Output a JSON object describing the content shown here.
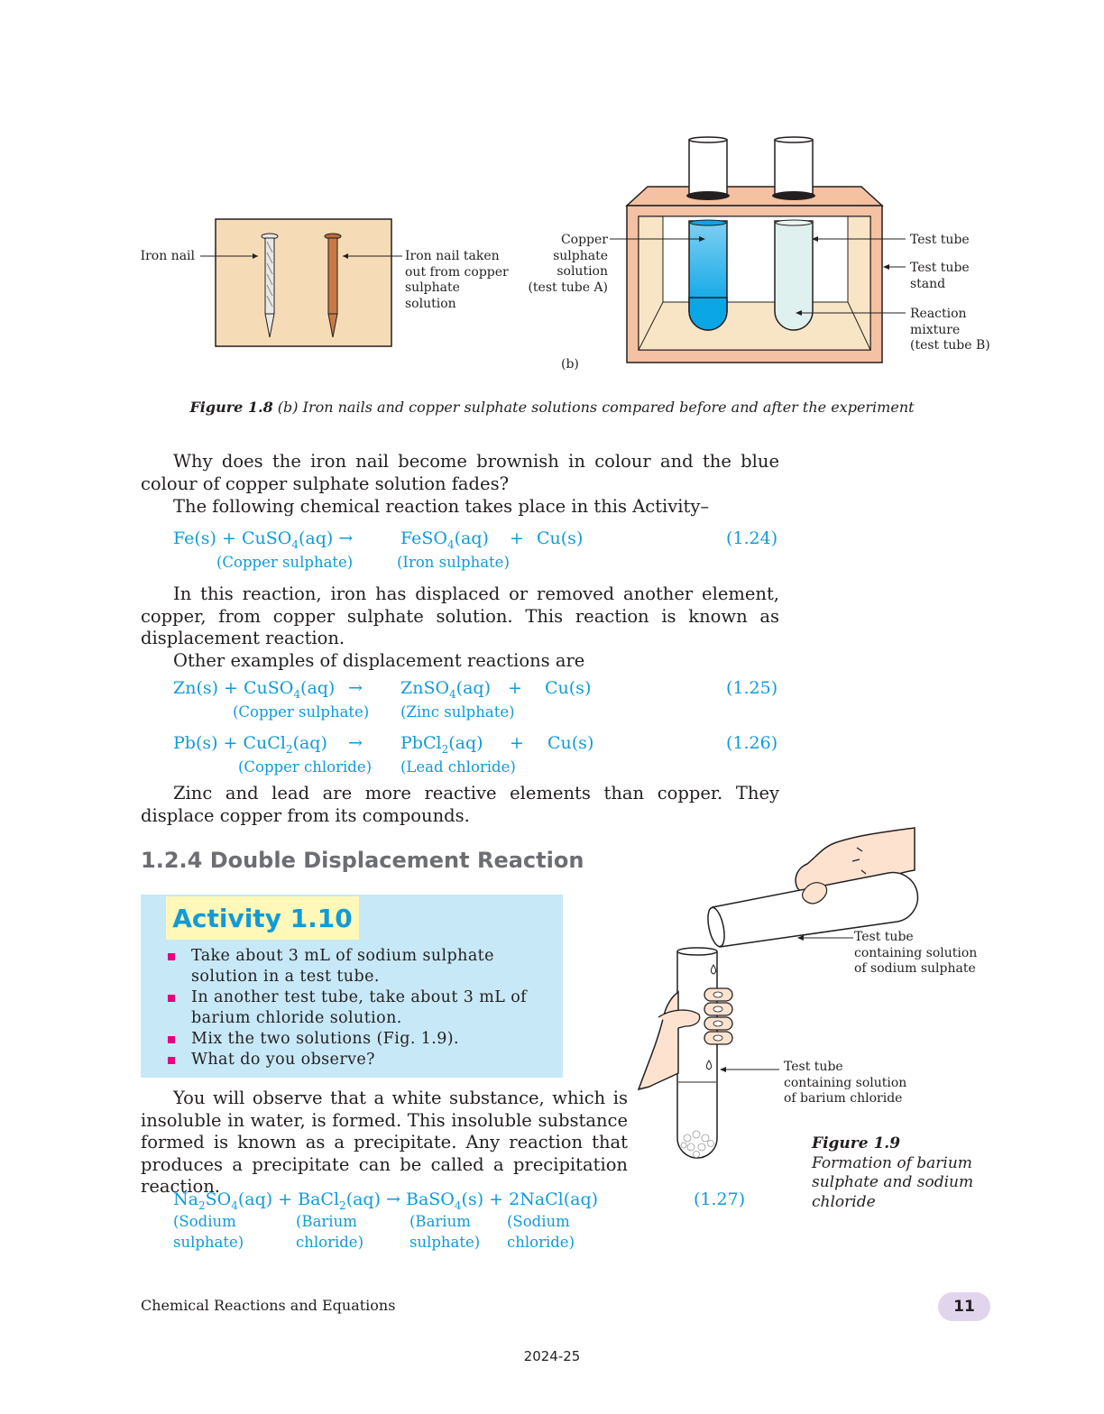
{
  "figure_1_8": {
    "left_labels": {
      "iron_nail": "Iron nail",
      "taken_out": [
        "Iron nail taken",
        "out from copper",
        "sulphate",
        "solution"
      ]
    },
    "right_labels": {
      "copper_sulphate": [
        "Copper",
        "sulphate",
        "solution",
        "(test tube A)"
      ],
      "test_tube": "Test tube",
      "stand": [
        "Test tube",
        "stand"
      ],
      "mixture": [
        "Reaction",
        "mixture",
        "(test tube B)"
      ],
      "panel": "(b)"
    },
    "caption_label": "Figure 1.8",
    "caption_text": " (b) Iron nails and copper sulphate solutions compared before and after the experiment",
    "colors": {
      "panel_bg": "#f6dcb6",
      "stand": "#f4c1a2",
      "stand_inner": "#f8e5c6",
      "blue_solution": "#0aa6e6",
      "copper_nail": "#c77b45"
    }
  },
  "para1": "Why does the iron nail become brownish in colour and the blue colour of copper sulphate solution fades?",
  "para2": "The following chemical reaction takes place in this Activity–",
  "eq24": {
    "lhs_a": "Fe(s) + CuSO",
    "lhs_sub": "4",
    "lhs_b": "(aq) →",
    "p1_a": "FeSO",
    "p1_sub": "4",
    "p1_b": "(aq)",
    "plus": "+",
    "p2": "Cu(s)",
    "num": "(1.24)",
    "name1": "(Copper sulphate)",
    "name2": "(Iron sulphate)"
  },
  "para3": "In this reaction, iron has displaced or removed another element, copper, from copper sulphate solution. This reaction is known as displacement reaction.",
  "para4": "Other examples of displacement reactions are",
  "eq25": {
    "lhs_a": "Zn(s) + CuSO",
    "lhs_sub": "4",
    "lhs_b": "(aq)",
    "arrow": "→",
    "p1_a": "ZnSO",
    "p1_sub": "4",
    "p1_b": "(aq)",
    "plus": "+",
    "p2": "Cu(s)",
    "num": "(1.25)",
    "name1": "(Copper sulphate)",
    "name2": "(Zinc sulphate)"
  },
  "eq26": {
    "lhs_a": "Pb(s) + CuCl",
    "lhs_sub": "2",
    "lhs_b": "(aq)",
    "arrow": "→",
    "p1_a": "PbCl",
    "p1_sub": "2",
    "p1_b": "(aq)",
    "plus": "+",
    "p2": "Cu(s)",
    "num": "(1.26)",
    "name1": "(Copper chloride)",
    "name2": "(Lead chloride)"
  },
  "para5": "Zinc and lead are more reactive elements than copper. They displace copper from its compounds.",
  "heading": "1.2.4 Double Displacement Reaction",
  "activity": {
    "title": "Activity 1.10",
    "bullets": [
      "Take about 3 mL of sodium sulphate solution in a test tube.",
      "In another test tube, take about 3 mL of barium chloride solution.",
      "Mix the two solutions (Fig. 1.9).",
      "What do you observe?"
    ]
  },
  "para6": "You will observe that a white substance, which is insoluble in water, is formed. This insoluble substance formed is known as a precipitate. Any reaction that produces a precipitate can be called a precipitation reaction.",
  "figure_1_9": {
    "label1": [
      "Test tube",
      "containing solution",
      "of sodium sulphate"
    ],
    "label2": [
      "Test tube",
      "containing solution",
      "of barium chloride"
    ],
    "caption_label": "Figure 1.9",
    "caption_text": [
      "Formation of barium",
      "sulphate and sodium",
      "chloride"
    ],
    "colors": {
      "skin": "#fde3cf"
    }
  },
  "eq27": {
    "a": "Na",
    "s1": "2",
    "b": "SO",
    "s2": "4",
    "c": "(aq) + BaCl",
    "s3": "2",
    "d": "(aq) → BaSO",
    "s4": "4",
    "e": "(s) + 2NaCl(aq)",
    "num": "(1.27)",
    "names": [
      [
        "(Sodium",
        "sulphate)"
      ],
      [
        "(Barium",
        "chloride)"
      ],
      [
        "(Barium",
        "sulphate)"
      ],
      [
        "(Sodium",
        "chloride)"
      ]
    ]
  },
  "footer": {
    "book": "Chemical Reactions and Equations",
    "page": "11",
    "year": "2024-25"
  }
}
